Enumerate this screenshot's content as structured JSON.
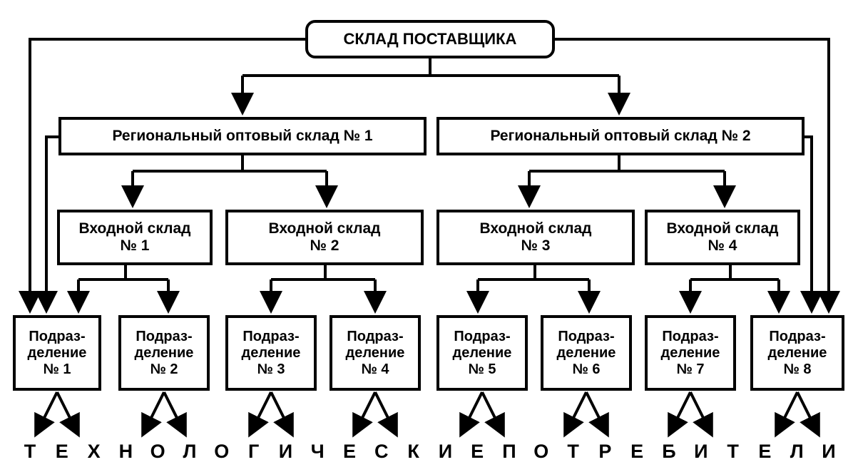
{
  "supplier_warehouse": "СКЛАД ПОСТАВЩИКА",
  "regional_warehouses": [
    "Региональный оптовый склад № 1",
    "Региональный оптовый склад № 2"
  ],
  "input_warehouses": [
    {
      "label": "Входной склад",
      "number": "№ 1"
    },
    {
      "label": "Входной склад",
      "number": "№ 2"
    },
    {
      "label": "Входной склад",
      "number": "№ 3"
    },
    {
      "label": "Входной склад",
      "number": "№ 4"
    }
  ],
  "subdivisions": [
    {
      "line1": "Подраз-",
      "line2": "деление",
      "number": "№ 1"
    },
    {
      "line1": "Подраз-",
      "line2": "деление",
      "number": "№ 2"
    },
    {
      "line1": "Подраз-",
      "line2": "деление",
      "number": "№ 3"
    },
    {
      "line1": "Подраз-",
      "line2": "деление",
      "number": "№ 4"
    },
    {
      "line1": "Подраз-",
      "line2": "деление",
      "number": "№ 5"
    },
    {
      "line1": "Подраз-",
      "line2": "деление",
      "number": "№ 6"
    },
    {
      "line1": "Подраз-",
      "line2": "деление",
      "number": "№ 7"
    },
    {
      "line1": "Подраз-",
      "line2": "деление",
      "number": "№ 8"
    }
  ],
  "consumers_caption": "ТЕХНОЛОГИЧЕСКИЕ ПОТРЕБИТЕЛИ"
}
